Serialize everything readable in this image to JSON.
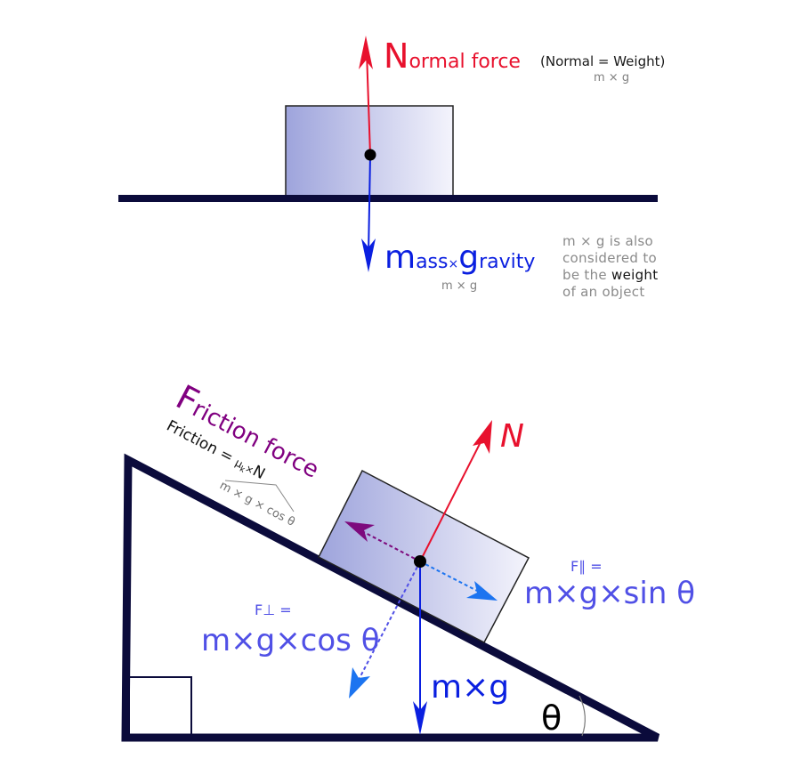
{
  "top": {
    "normal_force_first": "N",
    "normal_force_rest": "ormal force",
    "normal_equals": "(Normal = Weight)",
    "normal_sub": "m × g",
    "mass_first": "m",
    "mass_rest": "ass",
    "times": "×",
    "gravity_first": "g",
    "gravity_rest": "ravity",
    "mass_sub": "m × g",
    "note_line1": "m × g is also",
    "note_line2": "considered to",
    "note_line3_prefix": "be the ",
    "note_line3_bold": "weight",
    "note_line4": "of an object"
  },
  "bottom": {
    "friction_first": "F",
    "friction_rest": "riction force",
    "friction_eq_prefix": "Friction = ",
    "friction_mu": "μ",
    "friction_k": "k",
    "friction_times": "×",
    "friction_N": "N",
    "friction_sub": "m × g × cos θ",
    "normal": "N",
    "f_parallel_label": "F∥ =",
    "f_parallel_value": "m×g×sin θ",
    "f_perp_label": "F⊥ =",
    "f_perp_value": "m×g×cos θ",
    "weight_label": "m×g",
    "angle_label": "θ"
  },
  "colors": {
    "normal": "#e8112d",
    "gravity": "#0a1fe0",
    "friction": "#800080",
    "friction_arrow": "#7d0a7d",
    "component": "#5050e6",
    "component_arrow": "#1c74f0",
    "ground": "#0b0b3b",
    "box_dark": "#9ea4dc",
    "box_light": "#f4f4fc"
  }
}
